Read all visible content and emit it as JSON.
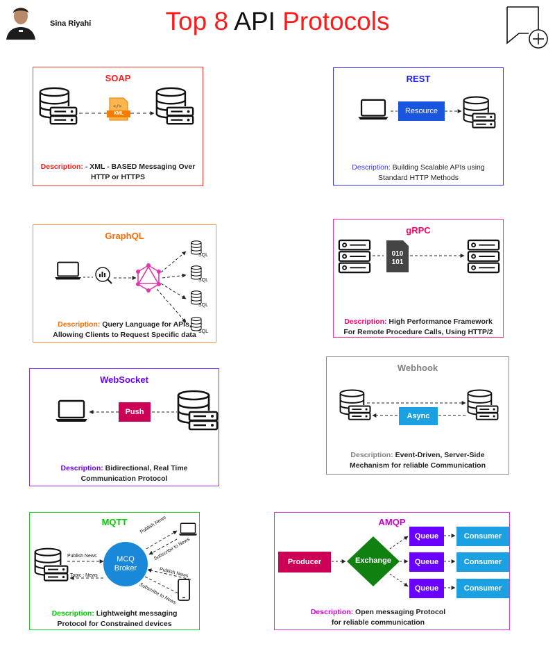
{
  "header": {
    "author_name": "Sina Riyahi",
    "title_part1": "Top 8 ",
    "title_part2": "API",
    "title_part3": " Protocols"
  },
  "colors": {
    "red": "#ff0000",
    "blue": "#1a1aff",
    "orange": "#ff6a00",
    "pink": "#ff0066",
    "purple": "#6a00ff",
    "gray": "#808080",
    "green": "#00cc00",
    "magenta": "#cc00cc"
  },
  "soap": {
    "title": "SOAP",
    "xml_label": "XML",
    "desc_label": "Description:",
    "desc_line1": " - XML - BASED Messaging Over",
    "desc_line2": "HTTP or HTTPS"
  },
  "rest": {
    "title": "REST",
    "resource_label": "Resource",
    "desc_label": "Description:",
    "desc_line1": " Building Scalable APIs using",
    "desc_line2": "Standard HTTP Methods"
  },
  "graphql": {
    "title": "GraphQL",
    "sql_label": "SQL",
    "desc_label": "Description:",
    "desc_line1": " Query Language for APIs,",
    "desc_line2": "Allowing Clients to Request Specific data"
  },
  "grpc": {
    "title": "gRPC",
    "binary_line1": "010",
    "binary_line2": "101",
    "desc_label": "Description:",
    "desc_line1": " High Performance Framework",
    "desc_line2": "For Remote Procedure Calls, Using HTTP/2"
  },
  "websocket": {
    "title": "WebSocket",
    "push_label": "Push",
    "desc_label": "Description:",
    "desc_line1": " Bidirectional, Real Time",
    "desc_line2": "Communication Protocol"
  },
  "webhook": {
    "title": "Webhook",
    "async_label": "Async",
    "desc_label": "Description:",
    "desc_line1": " Event-Driven, Server-Side",
    "desc_line2": "Mechanism for reliable Communication"
  },
  "mqtt": {
    "title": "MQTT",
    "broker_line1": "MCQ",
    "broker_line2": "Broker",
    "publish_news": "Publish News",
    "topic_news": "Topic : News",
    "subscribe_news": "Subscribe to News",
    "desc_label": "Description:",
    "desc_line1": " Lightweight messaging",
    "desc_line2": "Protocol for Constrained devices"
  },
  "amqp": {
    "title": "AMQP",
    "producer_label": "Producer",
    "exchange_label": "Exchange",
    "queue_label": "Queue",
    "consumer_label": "Consumer",
    "desc_label": "Description:",
    "desc_line1": " Open messaging Protocol",
    "desc_line2": "for reliable communication"
  }
}
